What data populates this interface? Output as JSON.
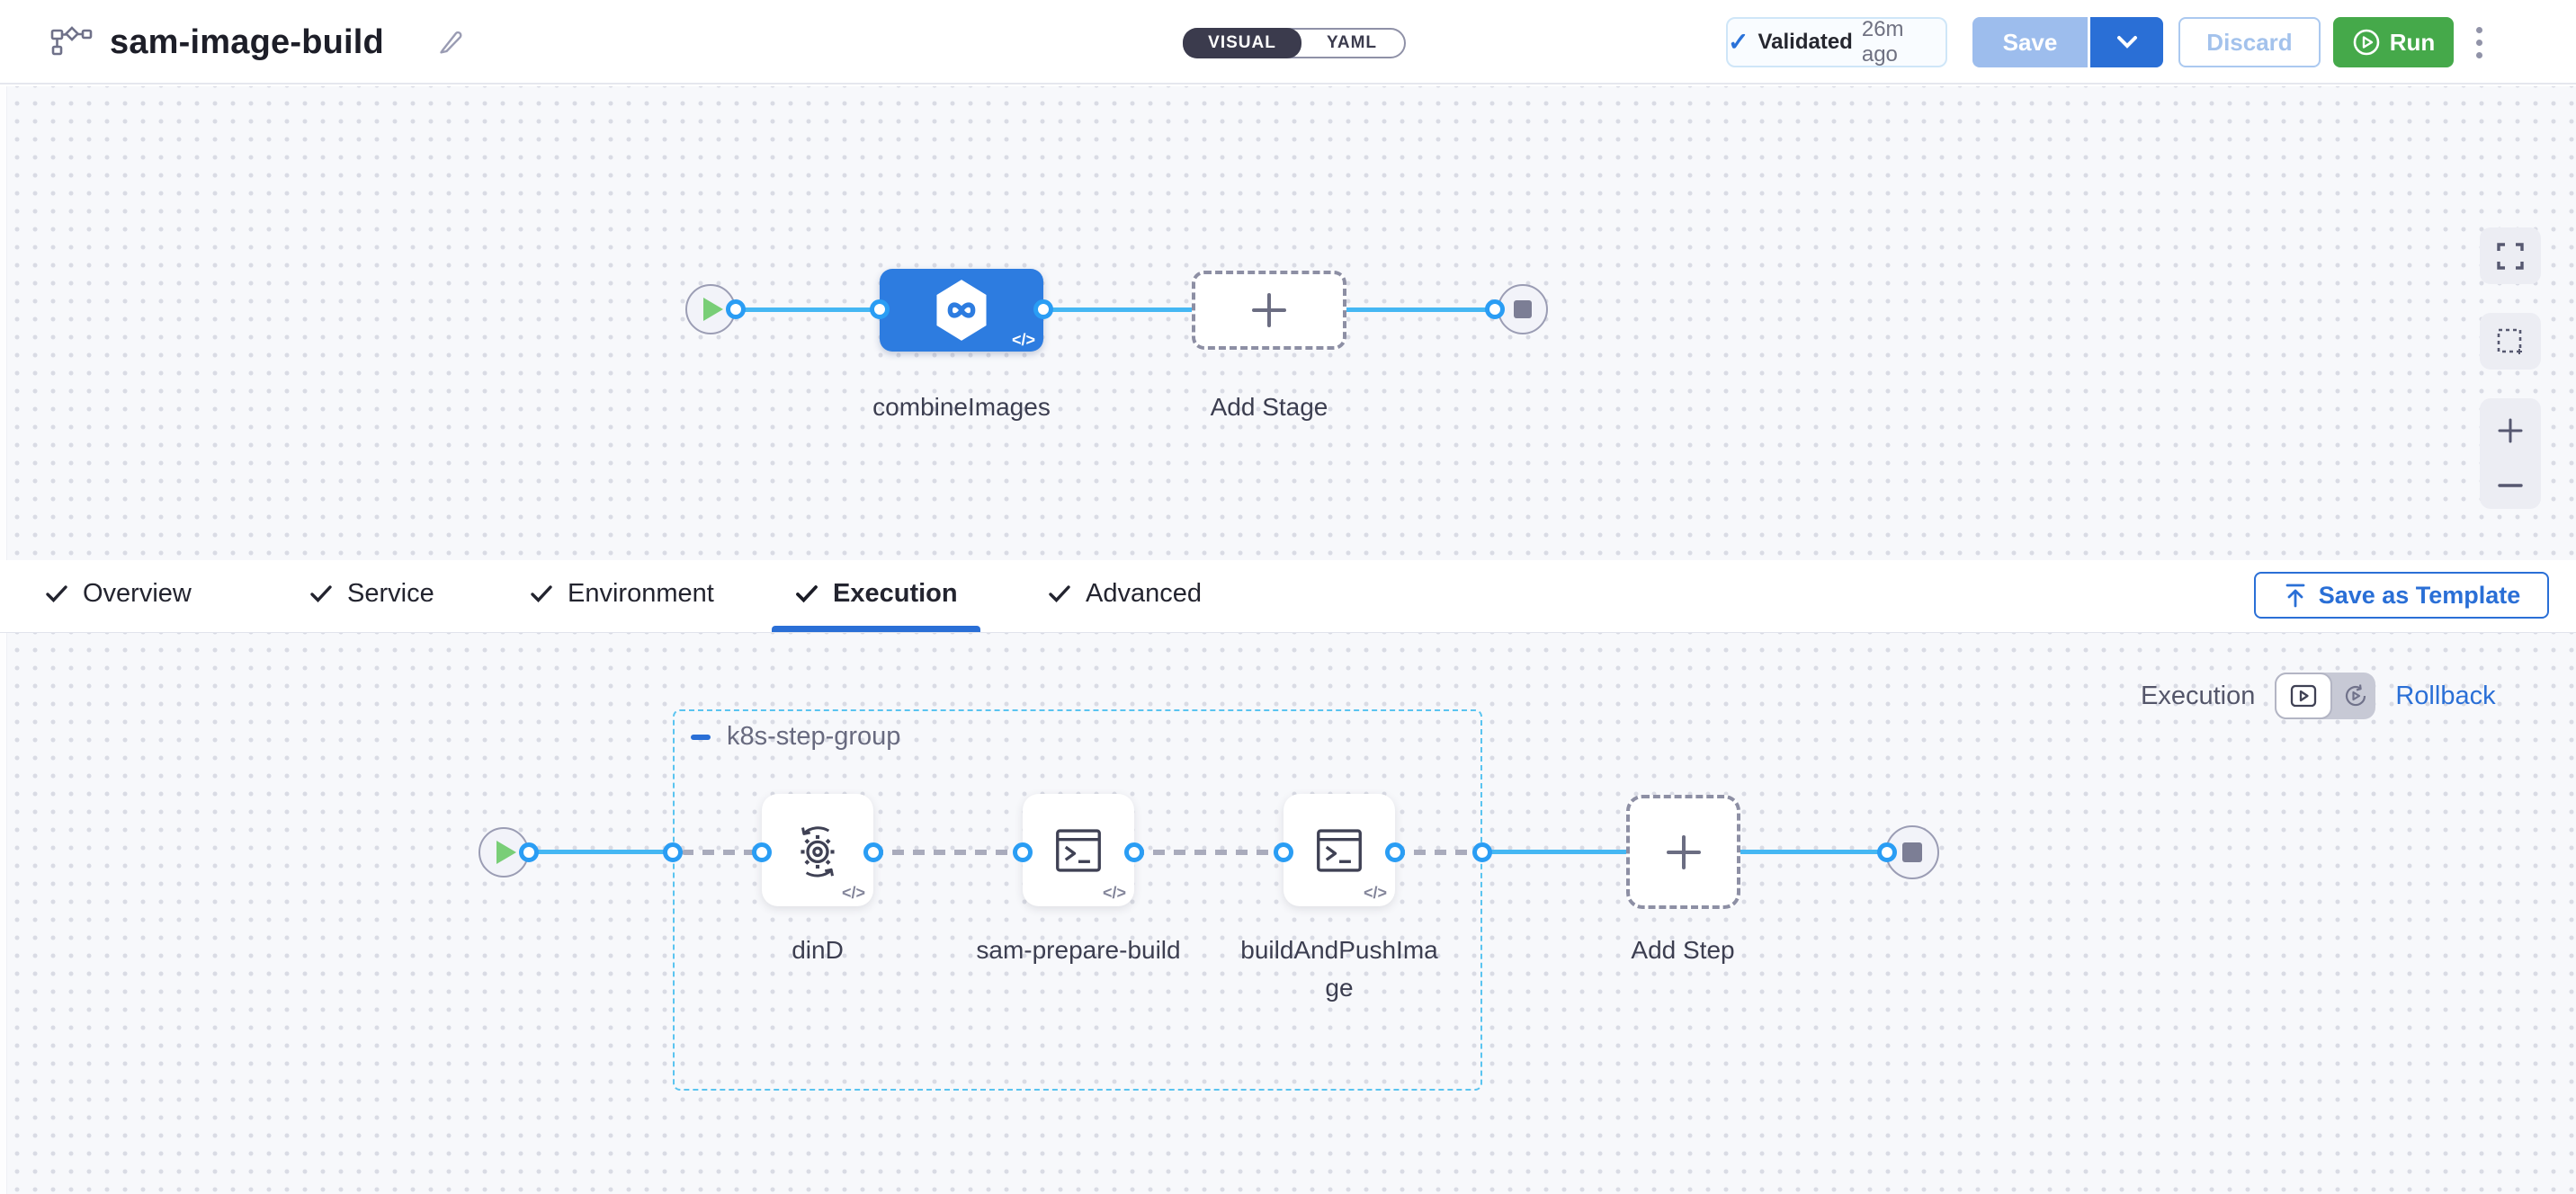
{
  "header": {
    "title": "sam-image-build",
    "mode_toggle": {
      "visual": "VISUAL",
      "yaml": "YAML"
    },
    "validated": {
      "label": "Validated",
      "time": "26m ago"
    },
    "save_label": "Save",
    "discard_label": "Discard",
    "run_label": "Run"
  },
  "top_canvas": {
    "stage_label": "combineImages",
    "add_stage_label": "Add Stage",
    "code_badge": "</>"
  },
  "tabs": [
    {
      "label": "Overview"
    },
    {
      "label": "Service"
    },
    {
      "label": "Environment"
    },
    {
      "label": "Execution",
      "active": true
    },
    {
      "label": "Advanced"
    }
  ],
  "save_as_template_label": "Save as Template",
  "execution_canvas": {
    "mode": {
      "left_label": "Execution",
      "right_label": "Rollback"
    },
    "group_label": "k8s-step-group",
    "steps": [
      {
        "label": "dinD",
        "icon": "docker-dind-gear-sync-icon"
      },
      {
        "label": "sam-prepare-build",
        "icon": "run-script-terminal-icon"
      },
      {
        "label": "buildAndPushImage",
        "icon": "run-script-terminal-icon"
      }
    ],
    "add_step_label": "Add Step",
    "code_badge": "</>"
  },
  "colors": {
    "accent_blue": "#2a6fd6",
    "stage_blue": "#2d7ce0",
    "line_blue": "#45b7f3",
    "port_blue": "#2a9df4",
    "run_green": "#45a94a",
    "group_border": "#5ac4f0",
    "canvas_bg": "#f7f8fb"
  }
}
